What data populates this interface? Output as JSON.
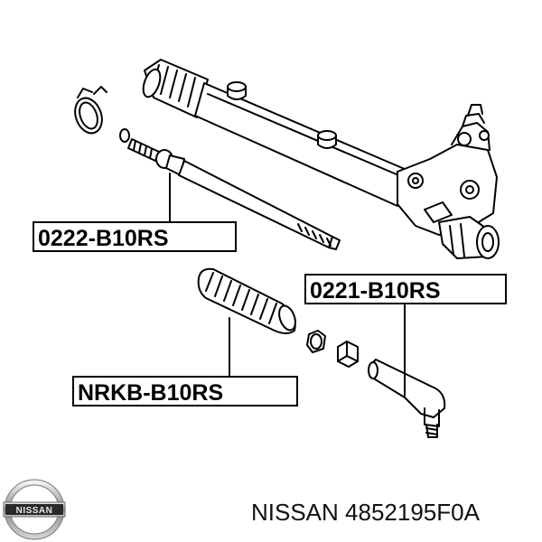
{
  "labels": {
    "tie_rod": "0222-B10RS",
    "tie_rod_end": "0221-B10RS",
    "boot": "NRKB-B10RS"
  },
  "caption": "NISSAN 4852195F0A",
  "logo": {
    "text": "NISSAN",
    "icon": "nissan-logo-icon"
  },
  "colors": {
    "line": "#000000",
    "background": "#ffffff"
  }
}
